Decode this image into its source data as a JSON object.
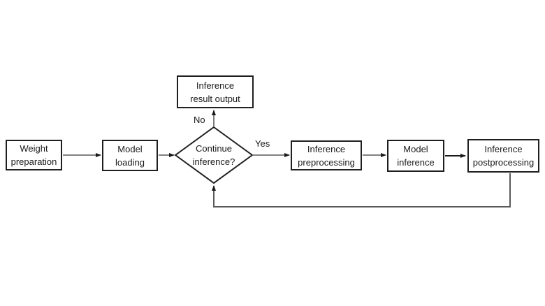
{
  "diagram": {
    "type": "flowchart",
    "nodes": [
      {
        "id": "weight-preparation",
        "type": "process",
        "label": "Weight preparation",
        "lines": [
          "Weight",
          "preparation"
        ]
      },
      {
        "id": "model-loading",
        "type": "process",
        "label": "Model loading",
        "lines": [
          "Model",
          "loading"
        ]
      },
      {
        "id": "inference-result-output",
        "type": "process",
        "label": "Inference result output",
        "lines": [
          "Inference",
          "result output"
        ]
      },
      {
        "id": "continue-inference",
        "type": "decision",
        "label": "Continue inference?",
        "lines": [
          "Continue",
          "inference?"
        ]
      },
      {
        "id": "inference-preprocessing",
        "type": "process",
        "label": "Inference preprocessing",
        "lines": [
          "Inference",
          "preprocessing"
        ]
      },
      {
        "id": "model-inference",
        "type": "process",
        "label": "Model inference",
        "lines": [
          "Model",
          "inference"
        ]
      },
      {
        "id": "inference-postprocessing",
        "type": "process",
        "label": "Inference postprocessing",
        "lines": [
          "Inference",
          "postprocessing"
        ]
      }
    ],
    "edges": [
      {
        "from": "weight-preparation",
        "to": "model-loading",
        "label": ""
      },
      {
        "from": "model-loading",
        "to": "continue-inference",
        "label": ""
      },
      {
        "from": "continue-inference",
        "to": "inference-result-output",
        "label": "No"
      },
      {
        "from": "continue-inference",
        "to": "inference-preprocessing",
        "label": "Yes"
      },
      {
        "from": "inference-preprocessing",
        "to": "model-inference",
        "label": ""
      },
      {
        "from": "model-inference",
        "to": "inference-postprocessing",
        "label": ""
      },
      {
        "from": "inference-postprocessing",
        "to": "continue-inference",
        "label": ""
      }
    ],
    "edge_labels": {
      "no": "No",
      "yes": "Yes"
    }
  },
  "colors": {
    "box_border": "#1f1f1f",
    "box_fill": "#ffffff",
    "arrow_line": "#595959",
    "arrow_dark": "#1a1a1a",
    "text": "#1a1a1a",
    "background": "#ffffff"
  }
}
